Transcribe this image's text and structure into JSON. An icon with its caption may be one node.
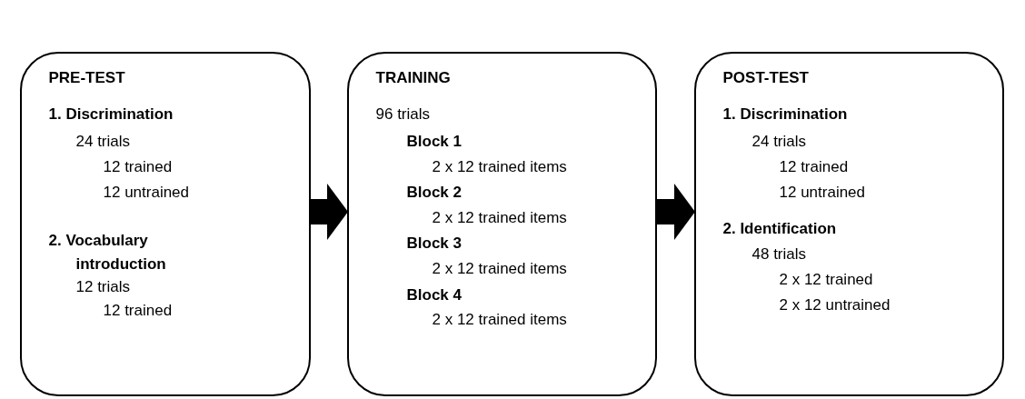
{
  "diagram": {
    "nodes": [
      {
        "text": [
          "PRE-TEST",
          "1. Discrimination",
          "24 trials",
          "12 trained",
          "12 untrained",
          "2. Vocabulary introduction",
          "12 trials",
          "12 trained"
        ]
      },
      {
        "text": [
          "TRAINING",
          "96 trials",
          "Block 1",
          "2 x 12 trained items",
          "Block 2",
          "2 x 12 trained items",
          "Block 3",
          "2 x 12 trained items",
          "Block 4",
          "2 x 12 trained items"
        ]
      },
      {
        "text": [
          "POST-TEST",
          "1. Discrimination",
          "24 trials",
          "12 trained",
          "12 untrained",
          "2. Identification",
          "48 trials",
          "2 x 12 trained",
          "2 x 12 untrained"
        ]
      }
    ],
    "edges": [
      {
        "from": 0,
        "to": 1,
        "arrow": "to"
      },
      {
        "from": 1,
        "to": 2,
        "arrow": "to"
      }
    ]
  }
}
